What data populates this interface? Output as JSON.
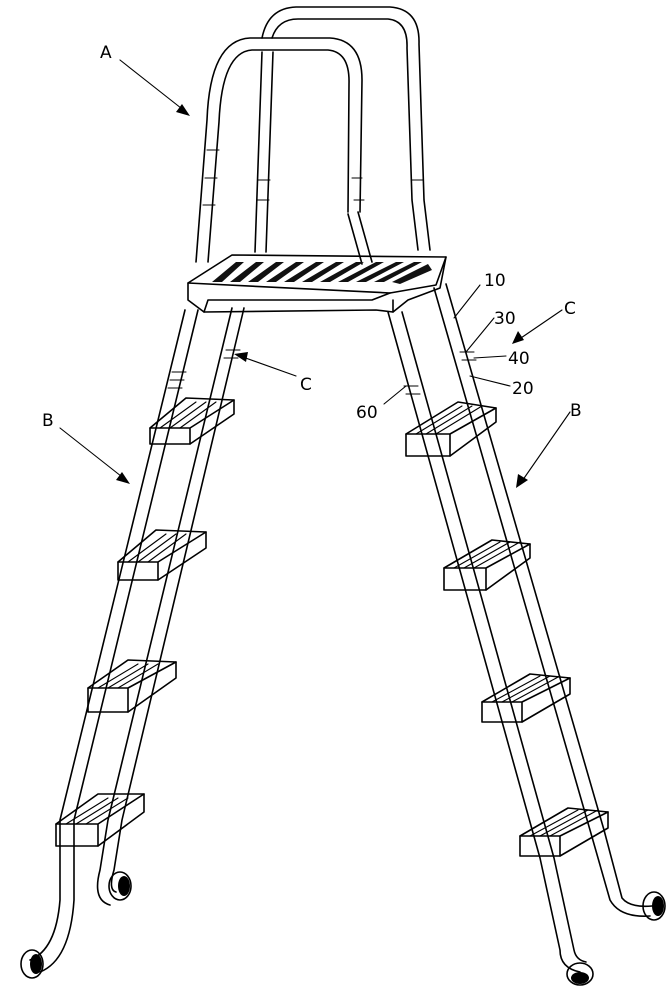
{
  "labels": {
    "A": "A",
    "B_left": "B",
    "B_right": "B",
    "C_left": "C",
    "C_right": "C",
    "ref_10": "10",
    "ref_20": "20",
    "ref_30": "30",
    "ref_40": "40",
    "ref_60": "60"
  }
}
